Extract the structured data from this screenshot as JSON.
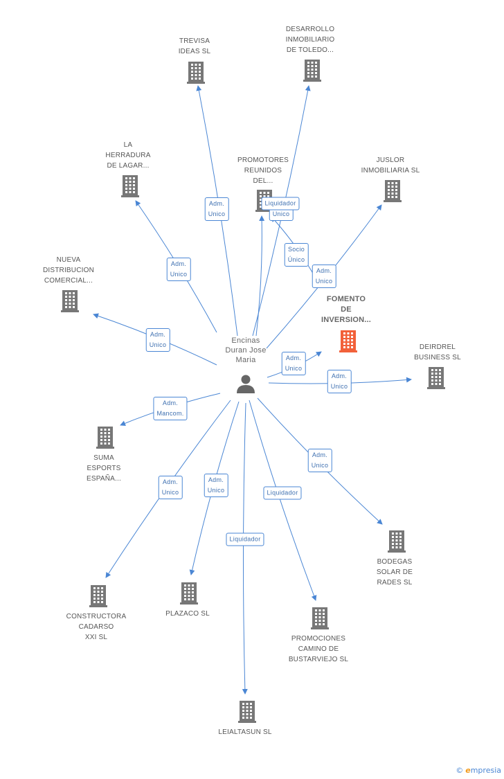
{
  "center": {
    "name": "Encinas\nDuran Jose\nMaria",
    "icon": "person-icon"
  },
  "colors": {
    "edge": "#4a86d4",
    "building": "#777777",
    "focus": "#f2613a"
  },
  "nodes": [
    {
      "id": "trevisa",
      "label": "TREVISA\nIDEAS SL"
    },
    {
      "id": "desarrollo",
      "label": "DESARROLLO\nINMOBILIARIO\nDE TOLEDO..."
    },
    {
      "id": "herradura",
      "label": "LA\nHERRADURA\nDE LAGAR..."
    },
    {
      "id": "promotores",
      "label": "PROMOTORES\nREUNIDOS\nDEL..."
    },
    {
      "id": "juslor",
      "label": "JUSLOR\nINMOBILIARIA SL"
    },
    {
      "id": "nueva",
      "label": "NUEVA\nDISTRIBUCION\nCOMERCIAL..."
    },
    {
      "id": "fomento",
      "label": "FOMENTO\nDE\nINVERSION...",
      "focus": true
    },
    {
      "id": "deirdrel",
      "label": "DEIRDREL\nBUSINESS SL"
    },
    {
      "id": "suma",
      "label": "SUMA\nESPORTS\nESPAÑA..."
    },
    {
      "id": "bodegas",
      "label": "BODEGAS\nSOLAR DE\nRADES SL"
    },
    {
      "id": "constructora",
      "label": "CONSTRUCTORA\nCADARSO\nXXI SL"
    },
    {
      "id": "plazaco",
      "label": "PLAZACO SL"
    },
    {
      "id": "promociones",
      "label": "PROMOCIONES\nCAMINO DE\nBUSTARVIEJO SL"
    },
    {
      "id": "leialtasun",
      "label": "LEIALTASUN SL"
    }
  ],
  "edges": [
    {
      "to": "trevisa",
      "label": "Adm.\nUnico"
    },
    {
      "to": "desarrollo",
      "label": "Adm.\nUnico"
    },
    {
      "to": "promotores",
      "label": "Liquidador"
    },
    {
      "to": "promotores",
      "label": "Socio\nÚnico"
    },
    {
      "to": "herradura",
      "label": "Adm.\nUnico"
    },
    {
      "to": "juslor",
      "label": "Adm.\nUnico"
    },
    {
      "to": "nueva",
      "label": "Adm.\nUnico"
    },
    {
      "to": "fomento",
      "label": "Adm.\nUnico"
    },
    {
      "to": "deirdrel",
      "label": "Adm.\nUnico"
    },
    {
      "to": "suma",
      "label": "Adm.\nMancom."
    },
    {
      "to": "bodegas",
      "label": "Adm.\nUnico"
    },
    {
      "to": "constructora",
      "label": "Adm.\nUnico"
    },
    {
      "to": "plazaco",
      "label": "Adm.\nUnico"
    },
    {
      "to": "promociones",
      "label": "Liquidador"
    },
    {
      "to": "leialtasun",
      "label": "Liquidador"
    }
  ],
  "footer": {
    "copyright_symbol": "©",
    "brand_initial": "e",
    "brand_rest": "mpresia"
  }
}
